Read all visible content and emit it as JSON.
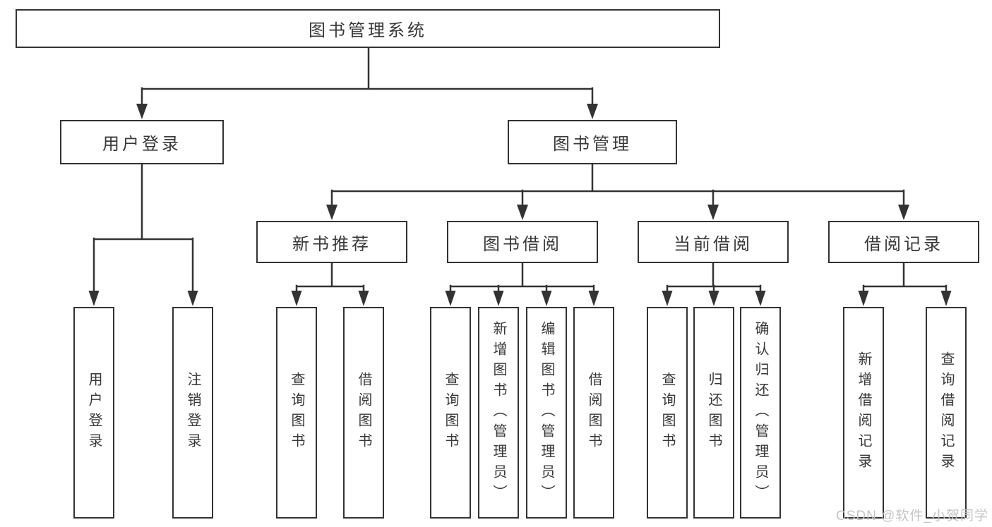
{
  "nodes": {
    "root": "图书管理系统",
    "level2": [
      "用户登录",
      "图书管理"
    ],
    "level3": [
      "新书推荐",
      "图书借阅",
      "当前借阅",
      "借阅记录"
    ],
    "leaves": [
      "用户登录",
      "注销登录",
      "查询图书",
      "借阅图书",
      "查询图书",
      "新增图书（管理员）",
      "编辑图书（管理员）",
      "借阅图书",
      "查询图书",
      "归还图书",
      "确认归还（管理员）",
      "新增借阅记录",
      "查询借阅记录"
    ]
  },
  "watermark": "CSDN @软件_小贺同学",
  "colors": {
    "background": "#ffffff",
    "line": "#333333",
    "text": "#383838",
    "watermark": "#c1c1c1"
  }
}
